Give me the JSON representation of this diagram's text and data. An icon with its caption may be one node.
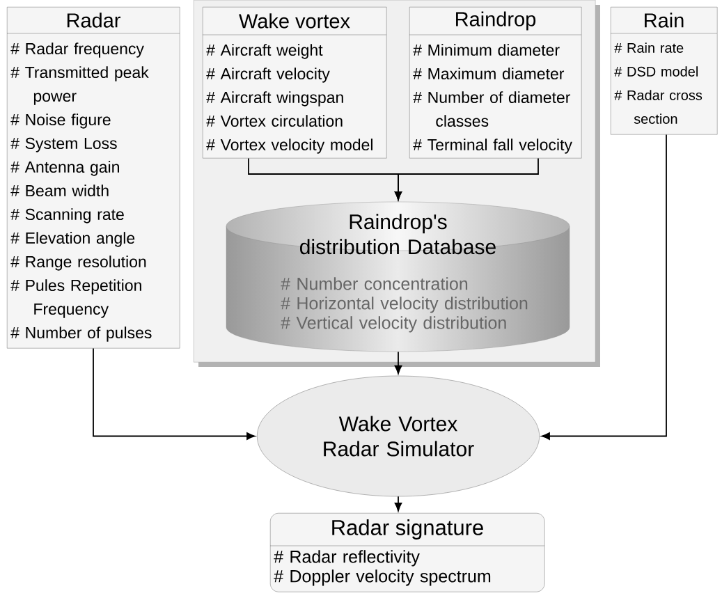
{
  "diagram": {
    "nodes": [
      {
        "text": [
          "Radar",
          "# Radar frequency",
          "# Transmitted peak power",
          "# Noise figure",
          "# System Loss",
          "# Antenna gain",
          "# Beam width",
          "# Scanning rate",
          "# Elevation angle",
          "# Range resolution",
          "# Pules Repetition Frequency",
          "# Number of pulses"
        ]
      },
      {
        "text": [],
        "shape": "box"
      },
      {
        "text": [
          "Wake vortex",
          "# Aircraft weight",
          "# Aircraft velocity",
          "# Aircraft wingspan",
          "# Vortex circulation",
          "# Vortex velocity model"
        ],
        "in": 1
      },
      {
        "text": [
          "Raindrop",
          "# Minimum diameter",
          "# Maximum diameter",
          "# Number of diameter classes",
          "# Terminal fall velocity"
        ],
        "in": 1
      },
      {
        "text": [
          "Raindrop's distribution Database",
          "# Number concentration",
          "# Horizontal velocity distribution",
          "# Vertical velocity distribution"
        ],
        "in": 1
      },
      {
        "text": [
          "Rain",
          "# Rain rate",
          "# DSD model",
          "# Radar cross section"
        ]
      },
      {
        "text": [
          "Wake Vortex Radar Simulator"
        ]
      },
      {
        "text": [
          "Radar signature",
          "# Radar reflectivity",
          "# Doppler velocity spectrum"
        ]
      }
    ],
    "edges": [
      {
        "from": 2,
        "to": 4,
        "arrow": "to"
      },
      {
        "from": 3,
        "to": 4,
        "arrow": "to"
      },
      {
        "from": 4,
        "to": 6,
        "arrow": "to"
      },
      {
        "from": 0,
        "to": 6,
        "arrow": "to"
      },
      {
        "from": 5,
        "to": 6,
        "arrow": "to"
      },
      {
        "from": 6,
        "to": 7,
        "arrow": "to"
      }
    ]
  }
}
